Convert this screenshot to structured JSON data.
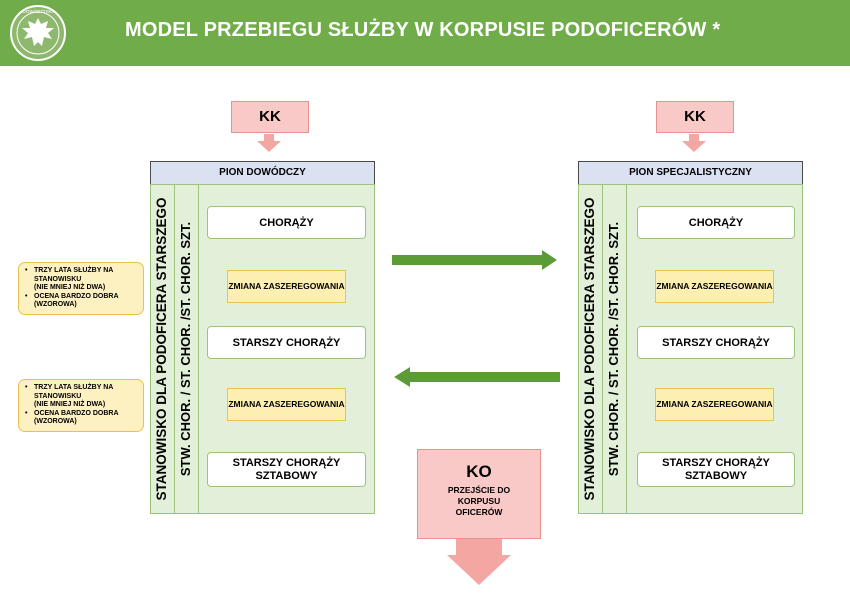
{
  "header": {
    "title": "MODEL PRZEBIEGU SŁUŻBY W KORPUSIE PODOFICERÓW *",
    "logo_icon": "polish-eagle-emblem",
    "logo_text": "DOWÓDZTWO",
    "bg_color": "#71ac4a"
  },
  "left": {
    "kk_label": "KK",
    "pion_title": "PION DOWÓDCZY",
    "vertical_outer": "STANOWISKO DLA PODOFICERA STARSZEGO",
    "vertical_inner": "STW. CHOR. / ST. CHOR. /ST. CHOR. SZT.",
    "rank1": "CHORĄŻY",
    "change1": "ZMIANA ZASZEREGOWANIA",
    "rank2": "STARSZY CHORĄŻY",
    "change2": "ZMIANA ZASZEREGOWANIA",
    "rank3": "STARSZY CHORĄŻY SZTABOWY"
  },
  "right": {
    "kk_label": "KK",
    "pion_title": "PION SPECJALISTYCZNY",
    "vertical_outer": "STANOWISKO DLA PODOFICERA STARSZEGO",
    "vertical_inner": "STW. CHOR. / ST. CHOR. /ST. CHOR. SZT.",
    "rank1": "CHORĄŻY",
    "change1": "ZMIANA ZASZEREGOWANIA",
    "rank2": "STARSZY CHORĄŻY",
    "change2": "ZMIANA ZASZEREGOWANIA",
    "rank3": "STARSZY CHORĄŻY SZTABOWY"
  },
  "requirements": [
    {
      "item1": "TRZY LATA  SŁUŻBY NA STANOWISKU",
      "item1_note": "(NIE MNIEJ NIŻ DWA)",
      "item2": "OCENA BARDZO DOBRA (WZOROWA)"
    },
    {
      "item1": "TRZY LATA  SŁUŻBY NA STANOWISKU",
      "item1_note": "(NIE MNIEJ NIŻ DWA)",
      "item2": "OCENA BARDZO DOBRA (WZOROWA)"
    }
  ],
  "ko": {
    "code": "KO",
    "text": "PRZEJŚCIE DO KORPUSU OFICERÓW"
  },
  "colors": {
    "arrow_green": "#5b9c36",
    "pink": "#f8c9c6",
    "pink_arrow": "#f4a6a2",
    "pion_bg": "#e2efd9",
    "pion_title_bg": "#dae2f2",
    "zmiana_bg": "#fdeeb1"
  }
}
